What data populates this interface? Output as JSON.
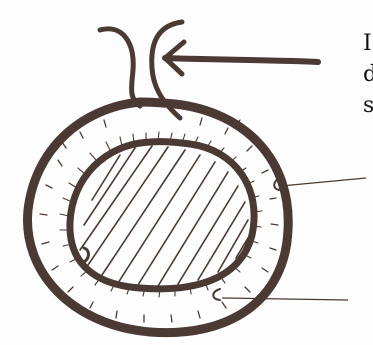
{
  "caption_lines": [
    "I",
    "d",
    "s"
  ],
  "colors": {
    "ink": "#4a3a33",
    "paper": "#fdfdfd",
    "text": "#111111"
  }
}
